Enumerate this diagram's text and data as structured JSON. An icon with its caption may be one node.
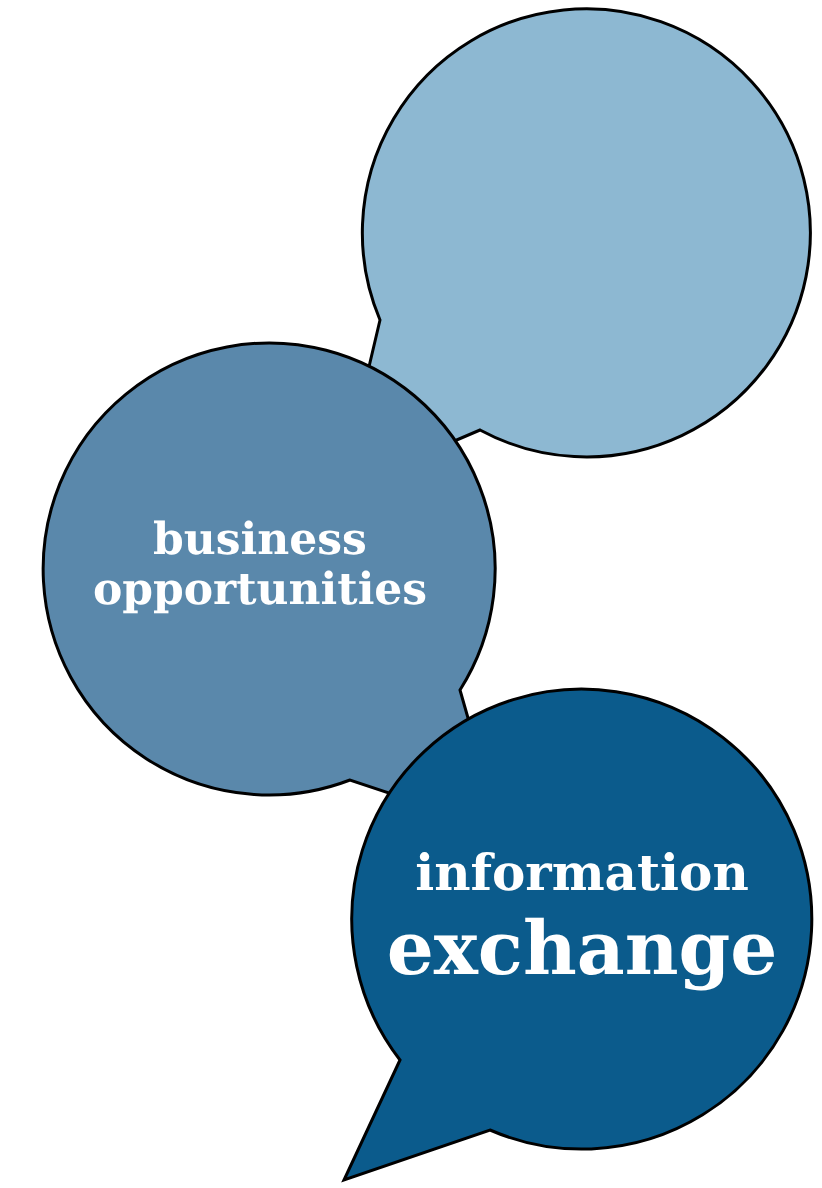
{
  "diagram": {
    "nodes": [
      {
        "text": [],
        "shape": "bubble"
      },
      {
        "text": [
          "business opportunities"
        ]
      },
      {
        "text": [
          "information",
          "exchange"
        ]
      }
    ],
    "edges": []
  }
}
